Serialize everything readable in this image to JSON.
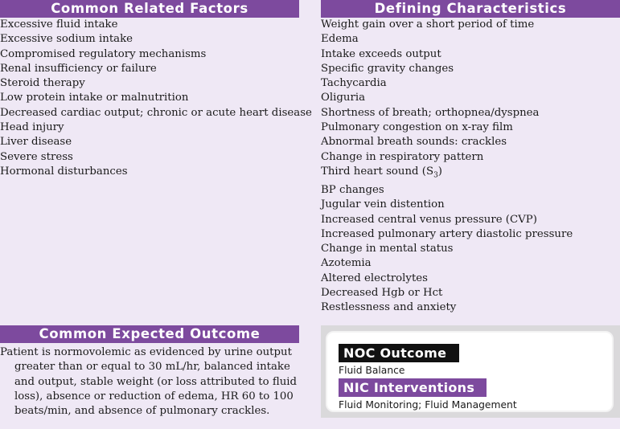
{
  "related_factors": {
    "header": "Common Related Factors",
    "items": [
      "Excessive fluid intake",
      "Excessive sodium intake",
      "Compromised regulatory mechanisms",
      "Renal insufficiency or failure",
      "Steroid therapy",
      "Low protein intake or malnutrition",
      "Decreased cardiac output; chronic or acute heart disease",
      "Head injury",
      "Liver disease",
      "Severe stress",
      "Hormonal disturbances"
    ]
  },
  "defining_characteristics": {
    "header": "Defining Characteristics",
    "items": [
      "Weight gain over a short period of time",
      "Edema",
      "Intake exceeds output",
      "Specific gravity changes",
      "Tachycardia",
      "Oliguria",
      "Shortness of breath; orthopnea/dyspnea",
      "Pulmonary congestion on x-ray film",
      "Abnormal breath sounds: crackles",
      "Change in respiratory pattern",
      "Third heart sound (S",
      "BP changes",
      "Jugular vein distention",
      "Increased central venus pressure (CVP)",
      "Increased pulmonary artery diastolic pressure",
      "Change in mental status",
      "Azotemia",
      "Altered electrolytes",
      "Decreased Hgb or Hct",
      "Restlessness and anxiety"
    ],
    "third_heart_sub": "3",
    "third_heart_close": ")"
  },
  "expected_outcome": {
    "header": "Common Expected Outcome",
    "text": "Patient is normovolemic as evidenced by urine output greater than or equal to 30 mL/hr, balanced intake and output, stable weight (or loss attributed to fluid loss), absence or reduction of edema, HR 60 to 100 beats/min, and absence of pulmonary crackles."
  },
  "noc": {
    "label": "NOC Outcome",
    "text": "Fluid Balance"
  },
  "nic": {
    "label": "NIC Interventions",
    "text": "Fluid Monitoring; Fluid Management"
  }
}
